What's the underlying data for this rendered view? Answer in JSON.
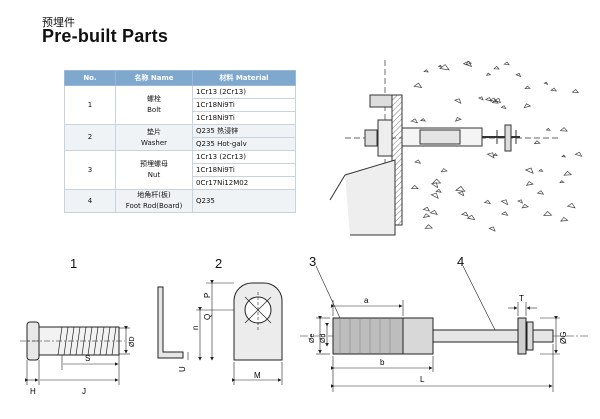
{
  "header": {
    "title_cn": "预埋件",
    "title_en": "Pre-built Parts"
  },
  "table": {
    "headers": [
      "No.",
      "名称 Name",
      "材料 Material"
    ],
    "rows": [
      {
        "no": "1",
        "name_cn": "螺栓",
        "name_en": "Bolt",
        "materials": [
          "1Cr13 (2Cr13)",
          "1Cr18Ni9Ti",
          "1Cr18Ni9Ti"
        ]
      },
      {
        "no": "2",
        "name_cn": "垫片",
        "name_en": "Washer",
        "materials": [
          "Q235 热浸锌",
          "Q235 Hot-galv"
        ]
      },
      {
        "no": "3",
        "name_cn": "预埋螺母",
        "name_en": "Nut",
        "materials": [
          "1Cr13 (2Cr13)",
          "1Cr18Ni9Ti",
          "0Cr17Ni12M02"
        ]
      },
      {
        "no": "4",
        "name_cn": "地角杆(板)",
        "name_en": "Foot Rod(Board)",
        "materials": [
          "Q235"
        ]
      }
    ]
  },
  "parts": [
    {
      "number": "1",
      "dims": [
        "H",
        "J",
        "S",
        "ØD"
      ]
    },
    {
      "number": "2",
      "dims": [
        "U",
        "n",
        "Q",
        "P",
        "M"
      ]
    },
    {
      "number": "3",
      "dims": [
        "a",
        "b",
        "Øe",
        "Ød"
      ]
    },
    {
      "number": "4",
      "dims": [
        "L",
        "T",
        "ØG"
      ]
    }
  ]
}
